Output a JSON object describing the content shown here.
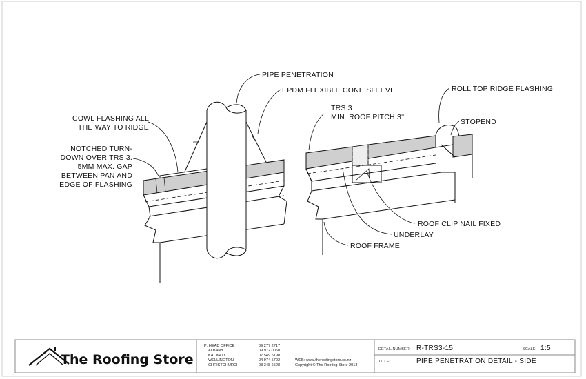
{
  "drawing": {
    "labels": {
      "pipe_penetration": "PIPE PENETRATION",
      "epdm_sleeve": "EPDM FLEXIBLE CONE SLEEVE",
      "cowl_flashing_1": "COWL FLASHING ALL",
      "cowl_flashing_2": "THE WAY TO RIDGE",
      "notched_1": "NOTCHED TURN-",
      "notched_2": "DOWN OVER TRS 3.",
      "notched_3": "5MM MAX. GAP",
      "notched_4": "BETWEEN PAN AND",
      "notched_5": "EDGE OF FLASHING",
      "trs_1": "TRS 3",
      "trs_2": "MIN. ROOF PITCH 3°",
      "roll_top": "ROLL TOP RIDGE FLASHING",
      "stopend": "STOPEND",
      "roof_clip": "ROOF CLIP NAIL FIXED",
      "underlay": "UNDERLAY",
      "roof_frame": "ROOF FRAME"
    }
  },
  "title_block": {
    "company": "The Roofing Store",
    "offices": [
      {
        "name": "P: HEAD OFFICE",
        "phone": "09 277 2717"
      },
      {
        "name": "ALBANY",
        "phone": "09 972 0060"
      },
      {
        "name": "KATIKATI",
        "phone": "07 549 5190"
      },
      {
        "name": "WELLINGTON",
        "phone": "04 974 5792"
      },
      {
        "name": "CHRISTCHURCH",
        "phone": "03 348 6528"
      }
    ],
    "web": "WEB: www.theroofingstore.co.nz",
    "copyright": "Copyright © The Roofing Store 2013",
    "detail_number_label": "DETAIL NUMBER:",
    "detail_number": "R-TRS3-15",
    "scale_label": "SCALE:",
    "scale": "1:5",
    "title_label": "TITLE:",
    "title": "PIPE PENETRATION DETAIL - SIDE"
  }
}
